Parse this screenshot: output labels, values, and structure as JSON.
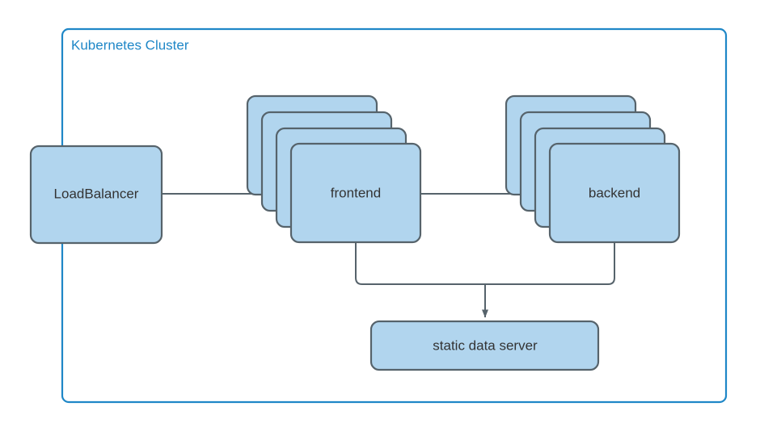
{
  "diagram": {
    "title": "Kubernetes Cluster",
    "cluster": {
      "label": "Kubernetes Cluster",
      "border_color": "#1f87c7",
      "fill_color": "#ffffff"
    },
    "style": {
      "node_fill": "#b1d5ee",
      "node_stroke": "#56636b",
      "edge_color": "#56636b",
      "label_color": "#333333"
    },
    "nodes": [
      {
        "id": "loadbalancer",
        "label": "LoadBalancer",
        "shape": "rounded-rect",
        "replicas": 1
      },
      {
        "id": "frontend",
        "label": "frontend",
        "shape": "stacked-rounded-rect",
        "replicas": 4
      },
      {
        "id": "backend",
        "label": "backend",
        "shape": "stacked-rounded-rect",
        "replicas": 4
      },
      {
        "id": "static-data-server",
        "label": "static data server",
        "shape": "rounded-rect",
        "replicas": 1
      }
    ],
    "edges": [
      {
        "from": "loadbalancer",
        "to": "frontend",
        "arrow": true
      },
      {
        "from": "frontend",
        "to": "backend",
        "arrow": true
      },
      {
        "from": "frontend",
        "to": "static-data-server",
        "arrow": true
      },
      {
        "from": "backend",
        "to": "static-data-server",
        "arrow": true
      }
    ]
  }
}
